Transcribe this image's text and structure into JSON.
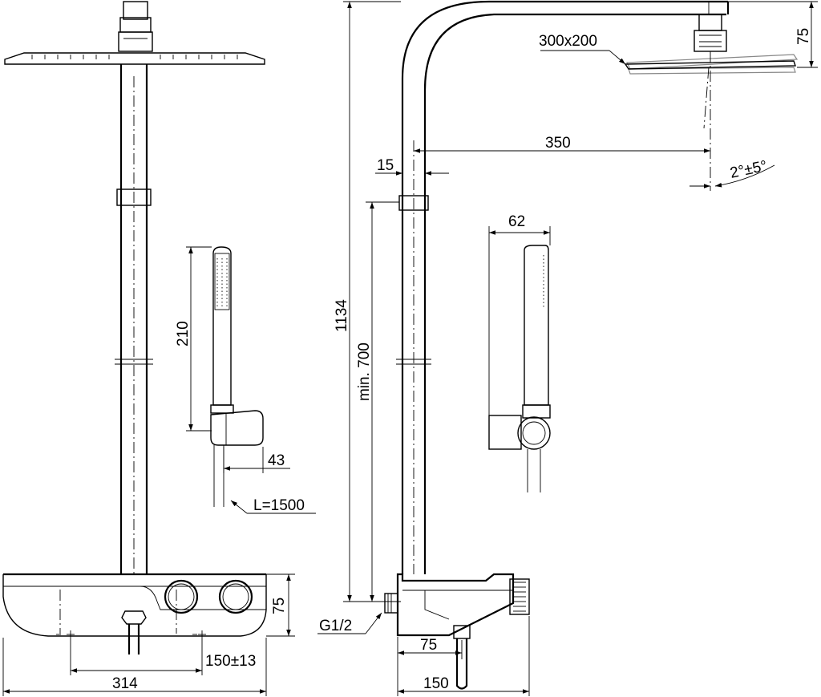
{
  "dimensions": {
    "overall_width": "314",
    "inlet_spacing": "150±13",
    "thermostat_height_left": "75",
    "handshower_length": "210",
    "holder_depth": "43",
    "hose_length": "L=1500",
    "head_size": "300x200",
    "head_height": "75",
    "arm_reach": "350",
    "bar_offset": "15",
    "tilt_angle": "2°±5°",
    "total_height": "1134",
    "min_height": "min. 700",
    "holder_width": "62",
    "connection": "G1/2",
    "thermostat_depth": "75",
    "thermostat_width": "150"
  }
}
